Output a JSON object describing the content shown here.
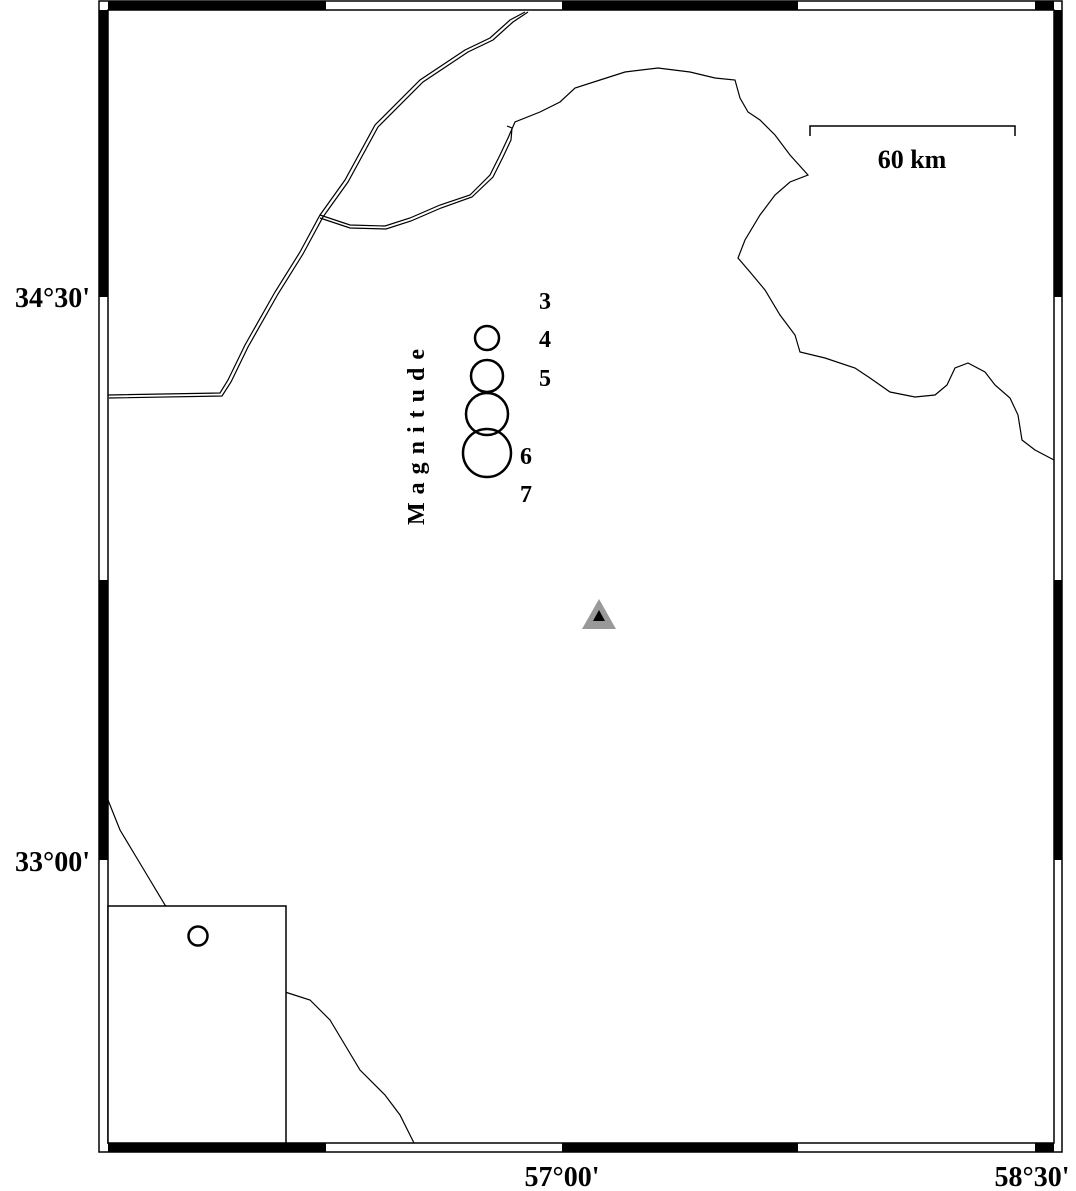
{
  "axes": {
    "lat_labels": [
      "34°30'",
      "33°00'"
    ],
    "lon_labels": [
      "57°00'",
      "58°30'"
    ]
  },
  "scale_bar": {
    "label": "60 km"
  },
  "legend": {
    "title": "Magnitude",
    "values": [
      "3",
      "4",
      "5",
      "6",
      "7"
    ]
  },
  "markers": [
    {
      "type": "triangle",
      "outer_color": "#999999",
      "inner_color": "#000000"
    }
  ],
  "colors": {
    "frame": "#000000",
    "background": "#ffffff",
    "station_marker": "#999999"
  }
}
